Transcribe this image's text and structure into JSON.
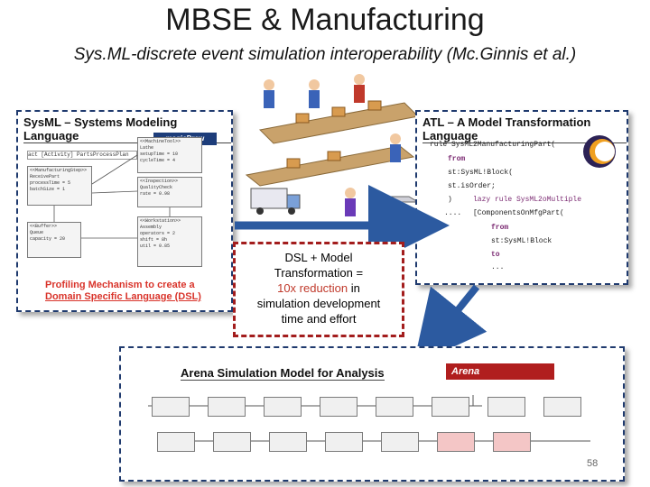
{
  "slide": {
    "title": "MBSE & Manufacturing",
    "subtitle": "Sys.ML-discrete event simulation interoperability (Mc.Ginnis et al.)",
    "page_number": "58"
  },
  "sysml_panel": {
    "title": "SysML – Systems Modeling Language",
    "logo_text": "magicDraw",
    "caption_line1": "Profiling Mechanism to create a",
    "caption_line2": "Domain Specific Language (DSL)",
    "caption_color": "#d9342b"
  },
  "atl_panel": {
    "title": "ATL – A Model Transformation Language",
    "code_lines": [
      "rule SysML2ManufacturingPart(",
      "from",
      "st:SysML!Block(",
      "st.isOrder;",
      ")",
      "lazy rule SysML2oMultiple",
      "[ComponentsOnMfgPart(",
      "from",
      "st:SysML!Block",
      "to",
      "...",
      "...."
    ]
  },
  "dsl_box": {
    "line1": "DSL + Model",
    "line2": "Transformation =",
    "highlight": "10x reduction",
    "line3_rest": " in",
    "line4": "simulation development",
    "line5": "time and effort",
    "border_color": "#a31d1d"
  },
  "arena_panel": {
    "title": "Arena Simulation Model for Analysis",
    "logo_text": "Arena"
  },
  "colors": {
    "panel_border": "#1f3a6e",
    "arrow": "#2c5aa0",
    "accent_red": "#c0392b"
  }
}
